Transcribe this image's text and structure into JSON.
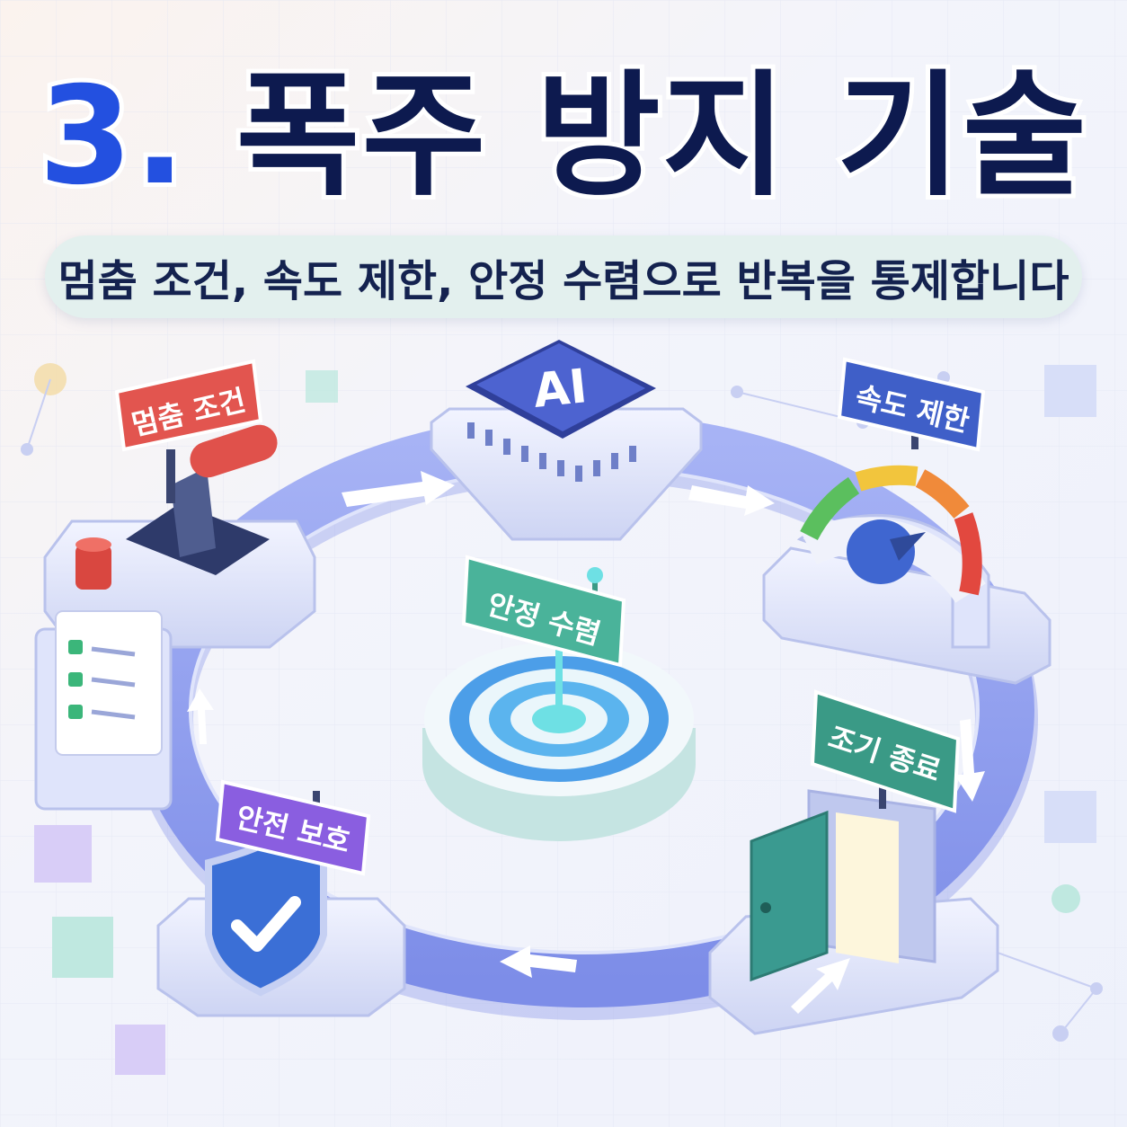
{
  "title": {
    "number": "3.",
    "text": "폭주 방지 기술"
  },
  "subtitle": "멈춤 조건, 속도 제한, 안정 수렴으로 반복을 통제합니다",
  "center": {
    "chip_label": "AI",
    "target_label": "안정 수렴"
  },
  "nodes": {
    "stop_condition": "멈춤 조건",
    "rate_limit": "속도 제한",
    "early_termination": "조기 종료",
    "safety_protection": "안전 보호"
  },
  "colors": {
    "title_number": "#2350e0",
    "title_text": "#0d1a4f",
    "stop_sign": "#e2554f",
    "rate_sign": "#3f5fc8",
    "early_sign": "#3a9a86",
    "safety_sign": "#8a5ee0",
    "center_sign": "#4ab39a",
    "ring": "#8f9ef0"
  }
}
